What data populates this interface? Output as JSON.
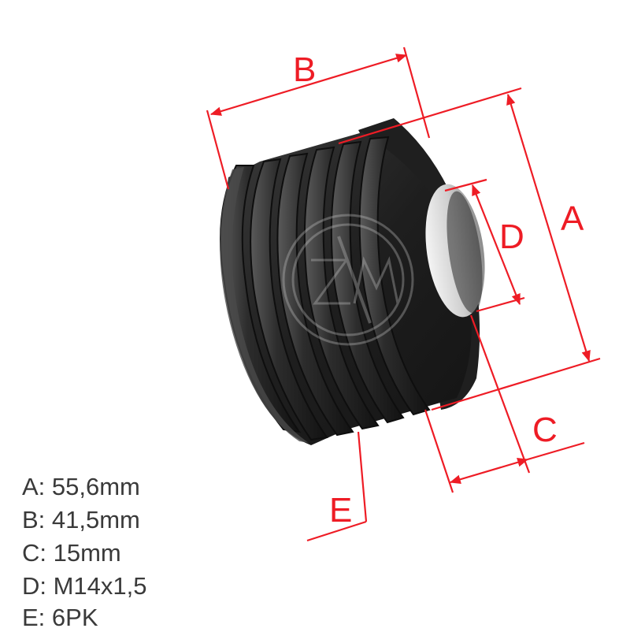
{
  "diagram": {
    "dimension_labels": {
      "a": "A",
      "b": "B",
      "c": "C",
      "d": "D",
      "e": "E"
    },
    "colors": {
      "dimension_lines": "#ee1c25",
      "pulley_body": "#2a2a2a",
      "text": "#3a3a3a"
    },
    "watermark_logo": "ZM",
    "specs": [
      {
        "key": "A",
        "text": "A: 55,6mm"
      },
      {
        "key": "B",
        "text": "B: 41,5mm"
      },
      {
        "key": "C",
        "text": "C: 15mm"
      },
      {
        "key": "D",
        "text": "D: M14x1,5"
      },
      {
        "key": "E",
        "text": "E: 6PK"
      }
    ]
  }
}
